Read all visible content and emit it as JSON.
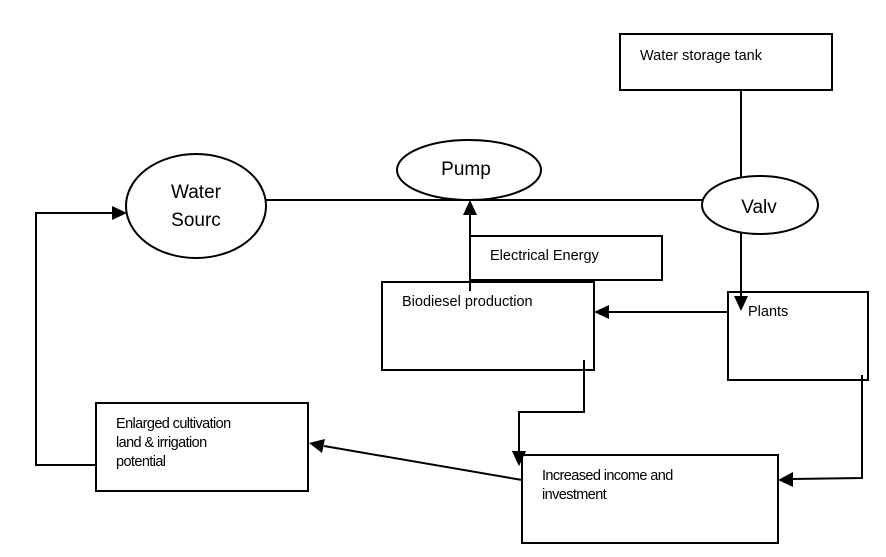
{
  "nodes": {
    "water_source": {
      "label_lines": [
        "Water",
        "Sourc"
      ],
      "shape": "ellipse"
    },
    "pump": {
      "label": "Pump",
      "shape": "ellipse"
    },
    "valve": {
      "label": "Valv",
      "shape": "ellipse"
    },
    "water_storage_tank": {
      "label": "Water storage tank",
      "shape": "rectangle"
    },
    "electrical_energy": {
      "label": "Electrical Energy",
      "shape": "rectangle"
    },
    "biodiesel_production": {
      "label": "Biodiesel production",
      "shape": "rectangle"
    },
    "plants": {
      "label": "Plants",
      "shape": "rectangle"
    },
    "enlarged_cultivation": {
      "label_lines": [
        "Enlarged cultivation",
        "land & irrigation",
        "potential"
      ],
      "shape": "rectangle"
    },
    "increased_income": {
      "label_lines": [
        "Increased income and",
        "investment"
      ],
      "shape": "rectangle"
    }
  },
  "edges": [
    {
      "from": "Water storage tank",
      "to": "Valv",
      "arrow": false
    },
    {
      "from": "Water Sourc",
      "to": "Valv",
      "via": "Pump",
      "arrow": false
    },
    {
      "from": "Electrical Energy",
      "to": "Pump",
      "arrow": true
    },
    {
      "from": "Valv",
      "to": "Plants",
      "arrow": true
    },
    {
      "from": "Plants",
      "to": "Biodiesel production",
      "arrow": true
    },
    {
      "from": "Biodiesel production",
      "to": "Increased income and investment",
      "arrow": true
    },
    {
      "from": "Plants",
      "to": "Increased income and investment",
      "arrow": true
    },
    {
      "from": "Increased income and investment",
      "to": "Enlarged cultivation land & irrigation potential",
      "arrow": true
    },
    {
      "from": "Enlarged cultivation land & irrigation potential",
      "to": "Water Sourc",
      "arrow": true
    }
  ],
  "colors": {
    "stroke": "#000000",
    "background": "#ffffff",
    "text": "#000000"
  }
}
